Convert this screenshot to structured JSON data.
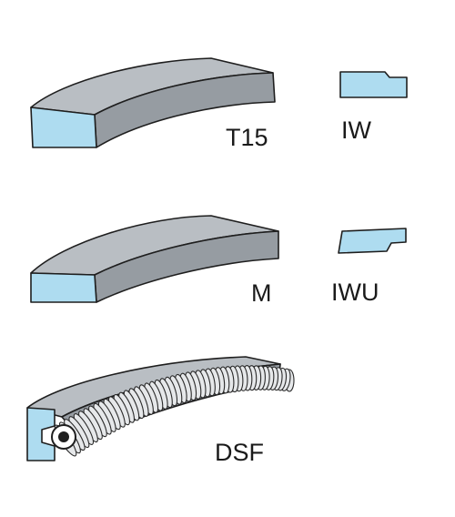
{
  "colors": {
    "face": "#aedcf0",
    "ring_top": "#b9bec3",
    "ring_side": "#969ca2",
    "outline": "#1e1e1e"
  },
  "rings": [
    {
      "id": "t15",
      "label": "T15"
    },
    {
      "id": "m",
      "label": "M"
    },
    {
      "id": "dsf",
      "label": "DSF"
    }
  ],
  "profiles": [
    {
      "id": "iw",
      "label": "IW"
    },
    {
      "id": "iwu",
      "label": "IWU"
    }
  ]
}
